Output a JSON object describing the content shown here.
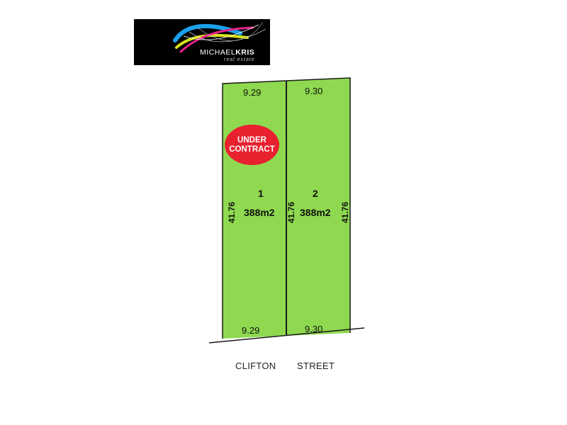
{
  "logo": {
    "brand_light": "MICHAEL",
    "brand_bold": "KRIS",
    "tagline": "real estate"
  },
  "lots": [
    {
      "number": "1",
      "area": "388m2",
      "top_frontage": "9.29",
      "bottom_frontage": "9.29",
      "left_depth": "41.76",
      "status": [
        "UNDER",
        "CONTRACT"
      ]
    },
    {
      "number": "2",
      "area": "388m2",
      "top_frontage": "9.30",
      "bottom_frontage": "9.30",
      "left_depth": "41.76",
      "right_depth": "41.76"
    }
  ],
  "street": {
    "name_1": "CLIFTON",
    "name_2": "STREET"
  },
  "colors": {
    "lot_fill": "#8ed94f",
    "boundary": "#1a1a1a",
    "badge": "#e8212e"
  }
}
